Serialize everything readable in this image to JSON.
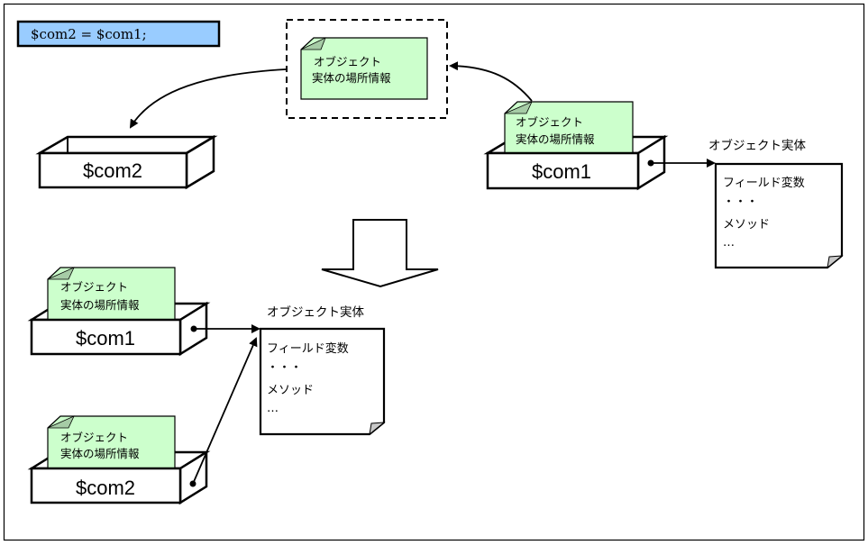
{
  "code": {
    "statement": "$com2 = $com1;",
    "fill_color": "#99ccff"
  },
  "note": {
    "line1": "オブジェクト",
    "line2": "実体の場所情報",
    "fill_color": "#ccffcc",
    "fold_color": "#a6cca6"
  },
  "variables": {
    "com1": "$com1",
    "com2": "$com2"
  },
  "object_entity": {
    "title": "オブジェクト実体",
    "field": "フィールド変数",
    "field_ellipsis": "・・・",
    "method": "メソッド",
    "method_ellipsis": "…"
  },
  "panels": {
    "before": {
      "copied_note_frame": "dashed",
      "left_box": "com2",
      "right_box": "com1"
    },
    "after": {
      "top_box": "com1",
      "bottom_box": "com2"
    }
  }
}
